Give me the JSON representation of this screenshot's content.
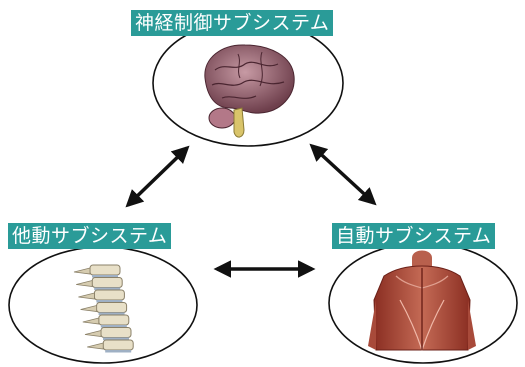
{
  "colors": {
    "label_bg": "#2a9b98",
    "label_text": "#ffffff",
    "outline": "#111111"
  },
  "subsystems": {
    "neural": {
      "label": "神経制御サブシステム",
      "icon": "brain-icon"
    },
    "passive": {
      "label": "他動サブシステム",
      "icon": "spine-icon"
    },
    "active": {
      "label": "自動サブシステム",
      "icon": "back-muscles-icon"
    }
  },
  "connections": [
    {
      "from": "neural",
      "to": "passive",
      "type": "bidirectional"
    },
    {
      "from": "neural",
      "to": "active",
      "type": "bidirectional"
    },
    {
      "from": "passive",
      "to": "active",
      "type": "bidirectional"
    }
  ]
}
